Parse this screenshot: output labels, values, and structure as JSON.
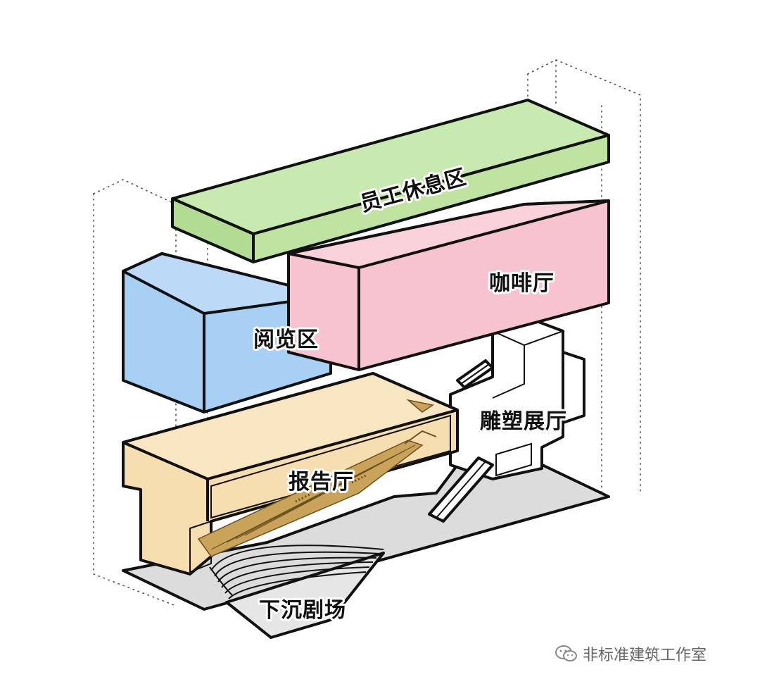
{
  "diagram": {
    "zones": {
      "staff_lounge": "员工休息区",
      "cafe": "咖啡厅",
      "reading_area": "阅览区",
      "lecture_hall": "报告厅",
      "sculpture_hall": "雕塑展厅",
      "sunken_theater": "下沉剧场"
    },
    "colors": {
      "staff_lounge": "#bfe3a1",
      "cafe": "#f7c3cf",
      "reading_area": "#a8cff4",
      "lecture_hall": "#f6deb0",
      "sculpture_hall": "#ffffff",
      "ground": "#dcdcdc",
      "outline": "#111111"
    }
  },
  "watermark": {
    "icon": "wechat-icon",
    "text": "非标准建筑工作室"
  }
}
